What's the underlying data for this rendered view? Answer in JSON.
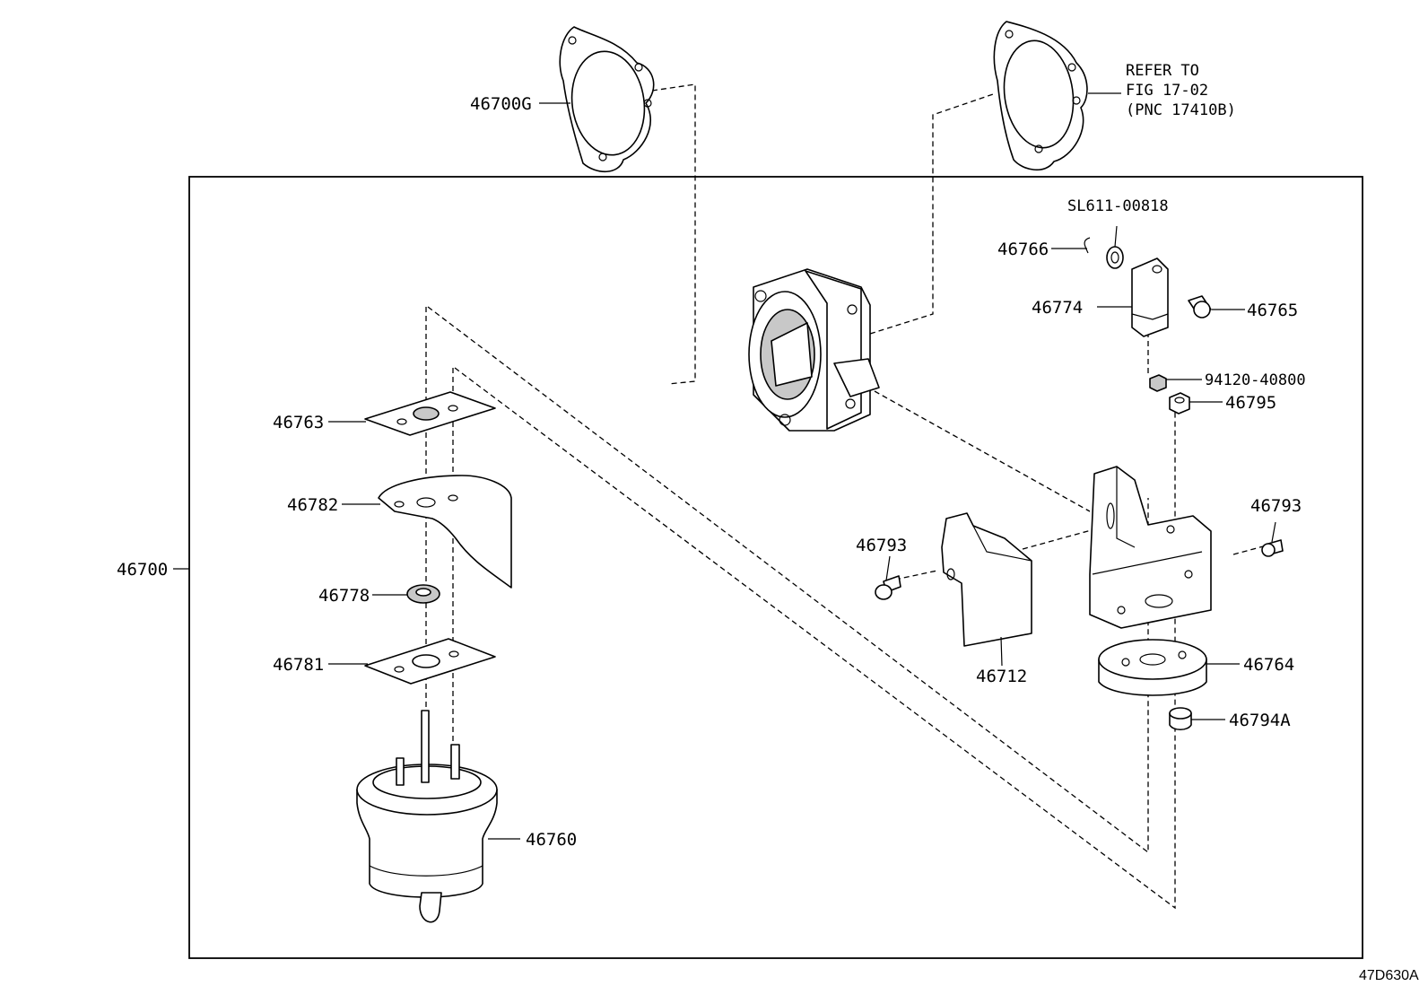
{
  "diagram_code": "47D630A",
  "labels": {
    "l46700": "46700",
    "l46700G": "46700G",
    "l46763": "46763",
    "l46782": "46782",
    "l46778": "46778",
    "l46781": "46781",
    "l46760": "46760",
    "l46766": "46766",
    "l46774": "46774",
    "l46765": "46765",
    "lSL611": "SL611-00818",
    "l94120": "94120-40800",
    "l46795": "46795",
    "l46793a": "46793",
    "l46793b": "46793",
    "l46712": "46712",
    "l46764": "46764",
    "l46794A": "46794A"
  },
  "refer_note": [
    "REFER TO",
    "FIG 17-02",
    "(PNC 17410B)"
  ]
}
